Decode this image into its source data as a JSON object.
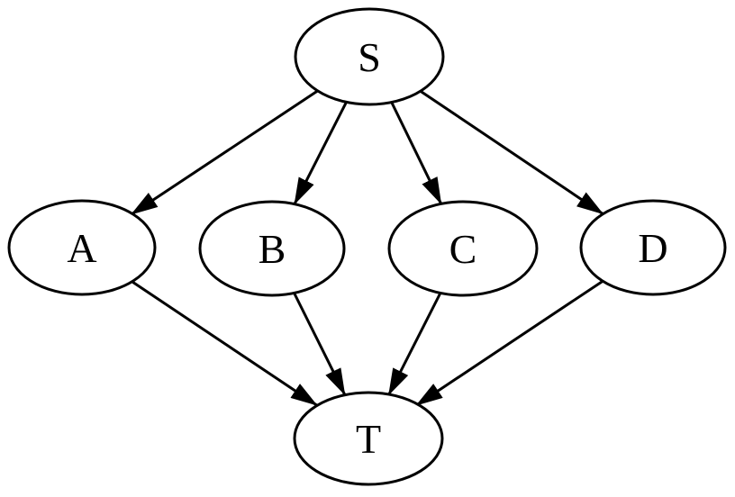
{
  "diagram": {
    "type": "directed-graph",
    "background_color": "#ffffff",
    "node_fill_color": "#ffffff",
    "stroke_color": "#000000",
    "nodes": [
      {
        "id": "S",
        "label": "S"
      },
      {
        "id": "A",
        "label": "A"
      },
      {
        "id": "B",
        "label": "B"
      },
      {
        "id": "C",
        "label": "C"
      },
      {
        "id": "D",
        "label": "D"
      },
      {
        "id": "T",
        "label": "T"
      }
    ],
    "edges": [
      {
        "from": "S",
        "to": "A"
      },
      {
        "from": "S",
        "to": "B"
      },
      {
        "from": "S",
        "to": "C"
      },
      {
        "from": "S",
        "to": "D"
      },
      {
        "from": "A",
        "to": "T"
      },
      {
        "from": "B",
        "to": "T"
      },
      {
        "from": "C",
        "to": "T"
      },
      {
        "from": "D",
        "to": "T"
      }
    ]
  }
}
